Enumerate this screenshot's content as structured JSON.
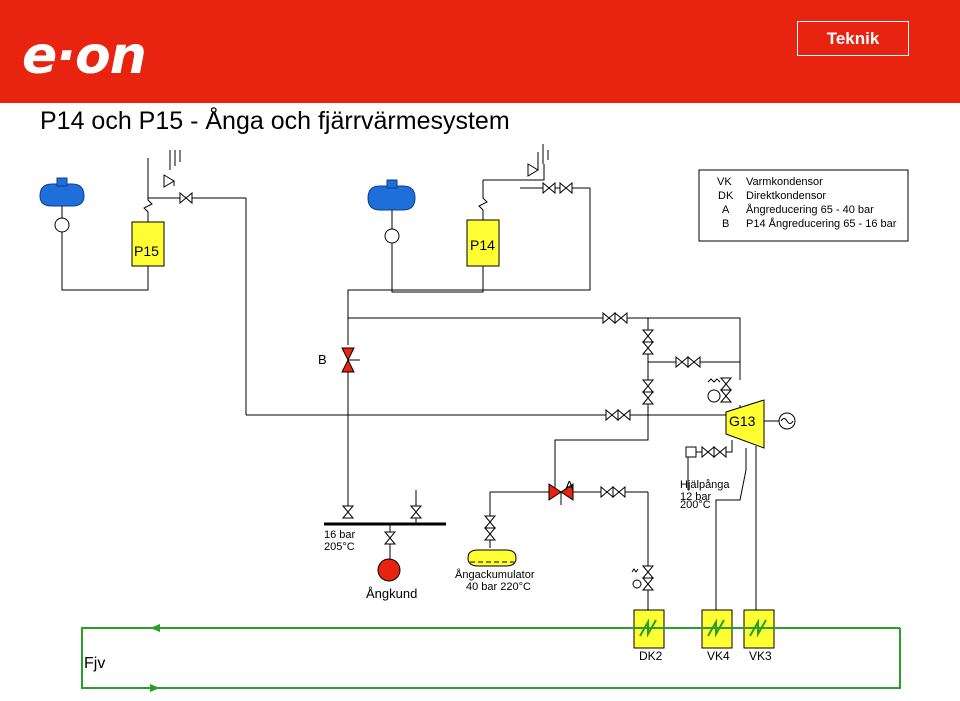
{
  "header": {
    "brand_color": "#e8230f",
    "logo_text": "e·on",
    "section_label": "Teknik"
  },
  "title": "P14 och P15 - Ånga och fjärrvärmesystem",
  "legend": [
    {
      "code": "VK",
      "text": "Varmkondensor"
    },
    {
      "code": "DK",
      "text": "Direktkondensor"
    },
    {
      "code": "A",
      "text": "Ångreducering 65 - 40 bar"
    },
    {
      "code": "B",
      "text": "P14 Ångreducering 65 - 16 bar"
    }
  ],
  "units": {
    "p15": "P15",
    "p14": "P14",
    "generator": "G13",
    "valve_a": "A",
    "valve_b": "B"
  },
  "labels": {
    "auxiliary_steam": [
      "Hjälpånga",
      "12 bar",
      "200°C"
    ],
    "header_16bar": [
      "16 bar",
      "205°C"
    ],
    "steam_customer": "Ångkund",
    "accumulator": [
      "Ångackumulator",
      "40 bar 220°C"
    ],
    "district_heating": "Fjv",
    "condensers": [
      "DK2",
      "VK4",
      "VK3"
    ]
  },
  "colors": {
    "unit_fill": "#ffff33",
    "pump_blue": "#1e6fd9",
    "valve_red": "#e8230f",
    "fjv_line": "#2aa02a"
  }
}
